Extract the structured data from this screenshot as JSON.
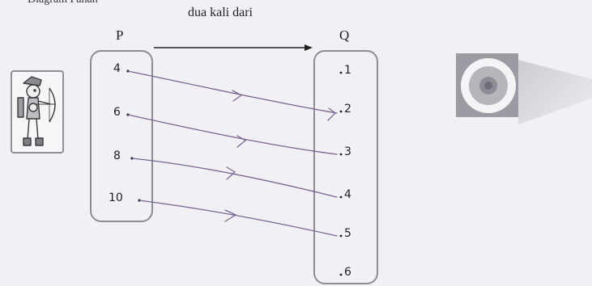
{
  "heading": "Diagram Panah",
  "relation_label": "dua kali dari",
  "set_p": {
    "name": "P",
    "elements": [
      "4",
      "6",
      "8",
      "10"
    ]
  },
  "set_q": {
    "name": "Q",
    "elements": [
      "1",
      "2",
      "3",
      "4",
      "5",
      "6"
    ]
  },
  "mappings": [
    {
      "from": "4",
      "to": "2"
    },
    {
      "from": "6",
      "to": "3"
    },
    {
      "from": "8",
      "to": "4"
    },
    {
      "from": "10",
      "to": "5"
    }
  ],
  "colors": {
    "arrow_pen": "#7b6593",
    "box_border": "#8d8c95",
    "relation_arrow": "#222222",
    "target_outer": "#9c9ba3",
    "target_ring": "#f4f4f6",
    "target_center": "#6f6d78"
  },
  "icons": [
    "archer-icon",
    "target-icon"
  ]
}
